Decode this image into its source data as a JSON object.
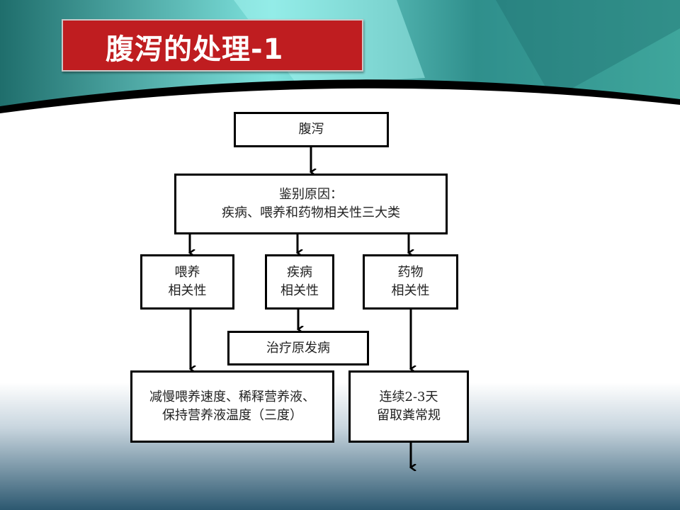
{
  "slide": {
    "title": "腹泻的处理-1"
  },
  "flowchart": {
    "diarrhea": "腹泻",
    "identify": {
      "line1": "鉴别原因：",
      "line2": "疾病、喂养和药物相关性三大类"
    },
    "feeding": {
      "line1": "喂养",
      "line2": "相关性"
    },
    "disease": {
      "line1": "疾病",
      "line2": "相关性"
    },
    "drug": {
      "line1": "药物",
      "line2": "相关性"
    },
    "treat_primary": "治疗原发病",
    "feeding_action": {
      "line1": "减慢喂养速度、稀释营养液、",
      "line2": "保持营养液温度（三度）"
    },
    "drug_action": {
      "line1": "连续2-3天",
      "line2": "留取粪常规"
    }
  },
  "colors": {
    "title_bg": "#bf1d20",
    "teal": "#3aa9a3"
  }
}
